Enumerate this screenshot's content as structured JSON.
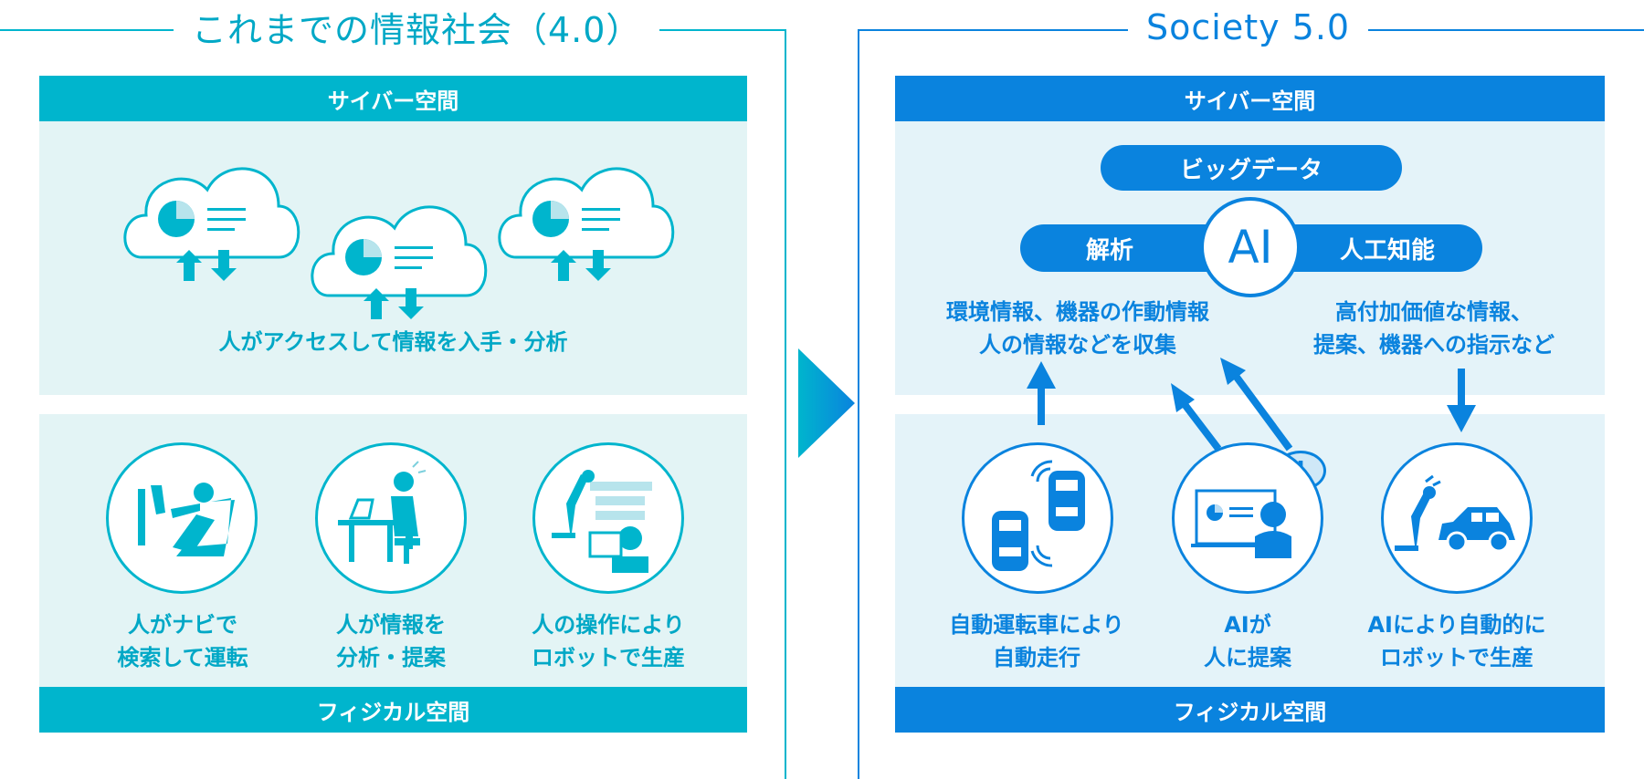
{
  "left": {
    "title": "これまでの情報社会（4.0）",
    "cyber_label": "サイバー空間",
    "cyber_caption": "人がアクセスして情報を入手・分析",
    "physical_label": "フィジカル空間",
    "items": [
      {
        "line1": "人がナビで",
        "line2": "検索して運転"
      },
      {
        "line1": "人が情報を",
        "line2": "分析・提案"
      },
      {
        "line1": "人の操作により",
        "line2": "ロボットで生産"
      }
    ]
  },
  "right": {
    "title": "Society 5.0",
    "cyber_label": "サイバー空間",
    "bigdata": "ビッグデータ",
    "analysis": "解析",
    "ai": "AI",
    "artificial_intelligence": "人工知能",
    "collect_text": {
      "line1": "環境情報、機器の作動情報",
      "line2": "人の情報などを収集"
    },
    "provide_text": {
      "line1": "高付加価値な情報、",
      "line2": "提案、機器への指示など"
    },
    "physical_label": "フィジカル空間",
    "items": [
      {
        "line1": "自動運転車により",
        "line2": "自動走行"
      },
      {
        "line1": "AIが",
        "line2": "人に提案"
      },
      {
        "line1": "AIにより自動的に",
        "line2": "ロボットで生産"
      }
    ]
  },
  "colors": {
    "cyan": "#00b5cd",
    "cyan_dark": "#00a8c6",
    "blue": "#0a83de",
    "zone_left": "#e3f4f5",
    "zone_right": "#e4f3f9"
  }
}
